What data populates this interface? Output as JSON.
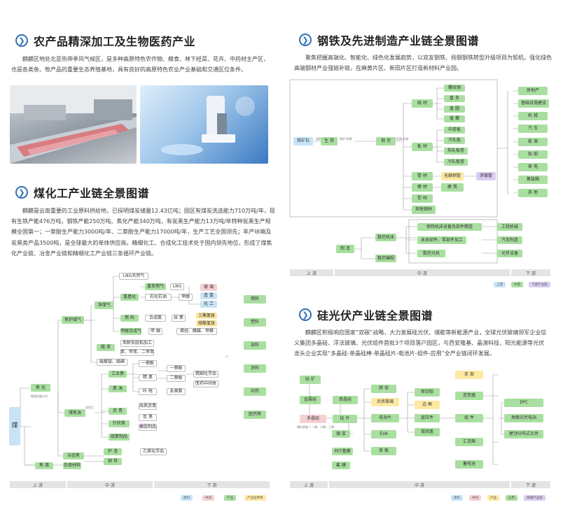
{
  "sections": {
    "agri": {
      "title": "农产品精深加工及生物医药产业",
      "body": "麒麟区地处北亚热带季风气候区，是多种高原特色农作物、粮食、林下经菜、花卉、中药材主产区，也是各类鱼、牧产品的重要生态养殖基地，具有良好的高原特色农业产业基础和交通区位条件。"
    },
    "coal": {
      "title": "煤化工产业链全景图谱",
      "body": "麒麟是云南重要的工业原料供给地，已探明煤炭储量12.43亿吨；园区有煤炭洗选能力710万吨/年，现有生铁产能476万吨，钢铁产能250万吨、焦化产能340万吨，有炭黑生产能力13万吨/年特种炭黑生产规模全国第一；一萘酚生产能力3000吨/年、二萘酚生产能力17000吨/年，生产工艺全国领先；年产呋喃及炭黑类产品3500吨，是全球最大的单体供应商。精细化工、合成化工技术处于国内领先地位，形成了煤焦化产业链、冶金产业链和精细化工产业链三条循环产业链。"
    },
    "steel": {
      "title": "钢铁及先进制造产业链全景图谱",
      "body": "聚焦把握高端化、智能化、绿色化发展趋势，以双友钢铁、扬钢钢铁转型升级项目为契机，强化绿色高端钢材产业强链补链，在麻黄片区、新田片区打造新材料产业园。"
    },
    "pv": {
      "title": "硅光伏产业链全景图谱",
      "body": "麒麟区积极响应国家“双碳”战略，大力发展硅光伏、储能等新能源产业，全球光伏玻璃领军企业信义集团多晶硅、浮法玻璃、光伏组件首批3个项目落户园区，与西安隆基、晶澳科技、阳光能源等光伏龙头企业实现“多晶硅-单晶硅棒-单晶硅片-电池片-组件-应用”全产业链闭环发展。"
    }
  },
  "steel_chart": {
    "ore": "铁矿石",
    "ore_note": "选矿 烧结",
    "pig": "生 铁",
    "pig_note": "转炉 炼钢",
    "steel": "钢 坯",
    "steel_note": "轧钢 轧制",
    "cats": [
      "线 材",
      "板 材",
      "管 材",
      "棒 材",
      "型 材"
    ],
    "wire": [
      "螺纹钢",
      "盘 条",
      "盘 圆",
      "盘 螺"
    ],
    "plate": [
      "中厚板",
      "冷轧板",
      "热轧板卷",
      "冷轧板卷"
    ],
    "pipe": [
      "无缝钢管",
      "涂镀管"
    ],
    "bar": [
      "建 筑"
    ],
    "other": "其他钢材",
    "apps": [
      "房地产",
      "基础设施建设",
      "机 械",
      "汽 车",
      "能 源",
      "船 舶",
      "家 电",
      "集装箱",
      "其 他"
    ],
    "manu": "制 造",
    "manu_items": [
      "数控机床",
      "数控编程"
    ],
    "manu_mid": [
      "钢铁机床设备及部件精造",
      "床身部件、零部件加工",
      "数控光机"
    ],
    "manu_out": [
      "工程机械",
      "汽车制造",
      "光伏设备"
    ],
    "bands": [
      "上 游",
      "中 游",
      "下 游"
    ],
    "legend": [
      "上游",
      "中游",
      "下游产业链"
    ]
  },
  "coal_chart": {
    "root": "煤",
    "coke": "焦 化",
    "coke_note": "焦炭粒度以内",
    "coke_gas": "焦炉煤气",
    "clean_gas": "净煤气",
    "lng": "LNG天然气",
    "hydro": "氢基化",
    "fuel": "燃 料",
    "h2": "氢气",
    "hb": "重苯燃气",
    "lng2": "LNG",
    "hydro_items": [
      "甲醇",
      "石化石油"
    ],
    "syn": "合成氨",
    "glass": [
      "玻 璃",
      "造 氢",
      "化 工"
    ],
    "urea": [
      "尿 素",
      "三聚氰胺",
      "碳酸氢铵"
    ],
    "tar": "甲醇合成气",
    "tar_note": "甲 醇",
    "tar_out": "烯烃、醋酸、甲醛",
    "crude": "粗 苯",
    "crude_out": [
      "苯酐及胶粘加工",
      "苯、甲苯、二甲苯"
    ],
    "sulfur": "硫酸铵、硫磺",
    "coal_tar": "煤焦油",
    "deep": "深加工",
    "tar_items": [
      "工业萘",
      "蒽 油",
      "沥 青",
      "精 蒽",
      "咔 唑"
    ],
    "naph": [
      "一萘酚",
      "二萘酚",
      "永固紫"
    ],
    "naph_out": [
      "精细化学品",
      "医药中间体"
    ],
    "light": [
      "苯 油",
      "轻 油"
    ],
    "pitch": [
      "改质沥青",
      "沥青焦"
    ],
    "carbon": [
      "针状焦",
      "碳素制品"
    ],
    "carbon2": "炭 黑",
    "carbon_out": "橡胶制品",
    "anode": "负极材料",
    "gas2": "炉 渣",
    "gas2_out": "乙烯化学品",
    "metal": "冶金焦",
    "iron": "钢 铁",
    "coal2": "焦 煤",
    "apps": [
      "燃料",
      "塑料",
      "染料",
      "涂料",
      "农药",
      "医药等"
    ],
    "bands": [
      "上 游",
      "中 游",
      "下 游"
    ],
    "legend": [
      "原料",
      "中间",
      "产品",
      "产业延伸项"
    ]
  },
  "pv_chart": {
    "ore": "硅 矿",
    "metal_si": "金属硅",
    "poly": "多晶硅",
    "poly_note": "横向发展 • 一期、二期、三期",
    "mono": "单晶硅",
    "wafer": "硅 片",
    "slurry": "银 浆",
    "pet": "PET基膜",
    "sheet": "氟 膜",
    "mid1": [
      "焊 带",
      "光伏玻璃",
      "电池片",
      "EVA",
      "背 板"
    ],
    "mid2": [
      "密封胶",
      "边 框",
      "层压件",
      "接线盒"
    ],
    "module": "组 件",
    "right": [
      "支 架",
      "逆变器",
      "汇流箱",
      "蓄电池"
    ],
    "out": [
      "EPC",
      "地面光伏电站",
      "屋顶分布式光伏"
    ],
    "bands": [
      "上 游",
      "中 游",
      "下 游"
    ],
    "legend": [
      "原料",
      "中间",
      "产品",
      "应用",
      "终端产业链"
    ]
  }
}
